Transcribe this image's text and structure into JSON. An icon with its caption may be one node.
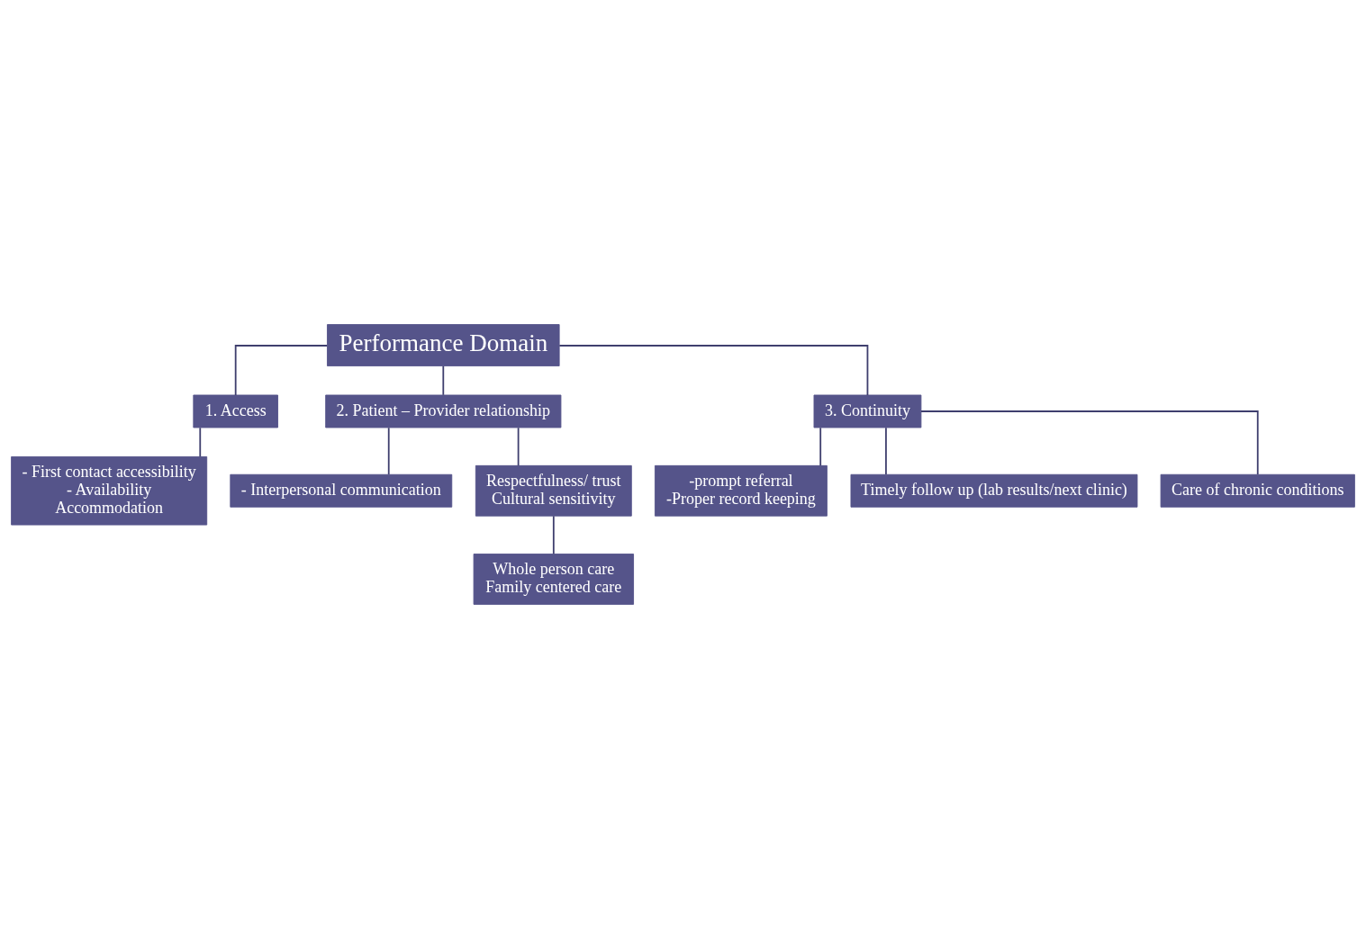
{
  "diagram": {
    "nodes": [
      {
        "text": [
          "Performance Domain"
        ]
      },
      {
        "text": [
          "1. Access"
        ]
      },
      {
        "text": [
          "2. Patient – Provider relationship"
        ]
      },
      {
        "text": [
          "3. Continuity"
        ]
      },
      {
        "text": [
          "- First contact accessibility",
          "- Availability",
          "Accommodation"
        ]
      },
      {
        "text": [
          "- Interpersonal communication"
        ]
      },
      {
        "text": [
          "Respectfulness/ trust",
          "Cultural sensitivity"
        ]
      },
      {
        "text": [
          "Whole person care",
          "Family centered care"
        ]
      },
      {
        "text": [
          "-prompt referral",
          "-Proper record keeping"
        ]
      },
      {
        "text": [
          "Timely follow up (lab results/next clinic)"
        ]
      },
      {
        "text": [
          "Care of chronic conditions"
        ]
      }
    ],
    "edges": [
      {
        "from": 0,
        "to": 1,
        "arrow": "none"
      },
      {
        "from": 0,
        "to": 2,
        "arrow": "none"
      },
      {
        "from": 0,
        "to": 3,
        "arrow": "none"
      },
      {
        "from": 1,
        "to": 4,
        "arrow": "none"
      },
      {
        "from": 2,
        "to": 5,
        "arrow": "none"
      },
      {
        "from": 2,
        "to": 6,
        "arrow": "none"
      },
      {
        "from": 6,
        "to": 7,
        "arrow": "none"
      },
      {
        "from": 3,
        "to": 8,
        "arrow": "none"
      },
      {
        "from": 3,
        "to": 9,
        "arrow": "none"
      },
      {
        "from": 3,
        "to": 10,
        "arrow": "none"
      }
    ]
  }
}
